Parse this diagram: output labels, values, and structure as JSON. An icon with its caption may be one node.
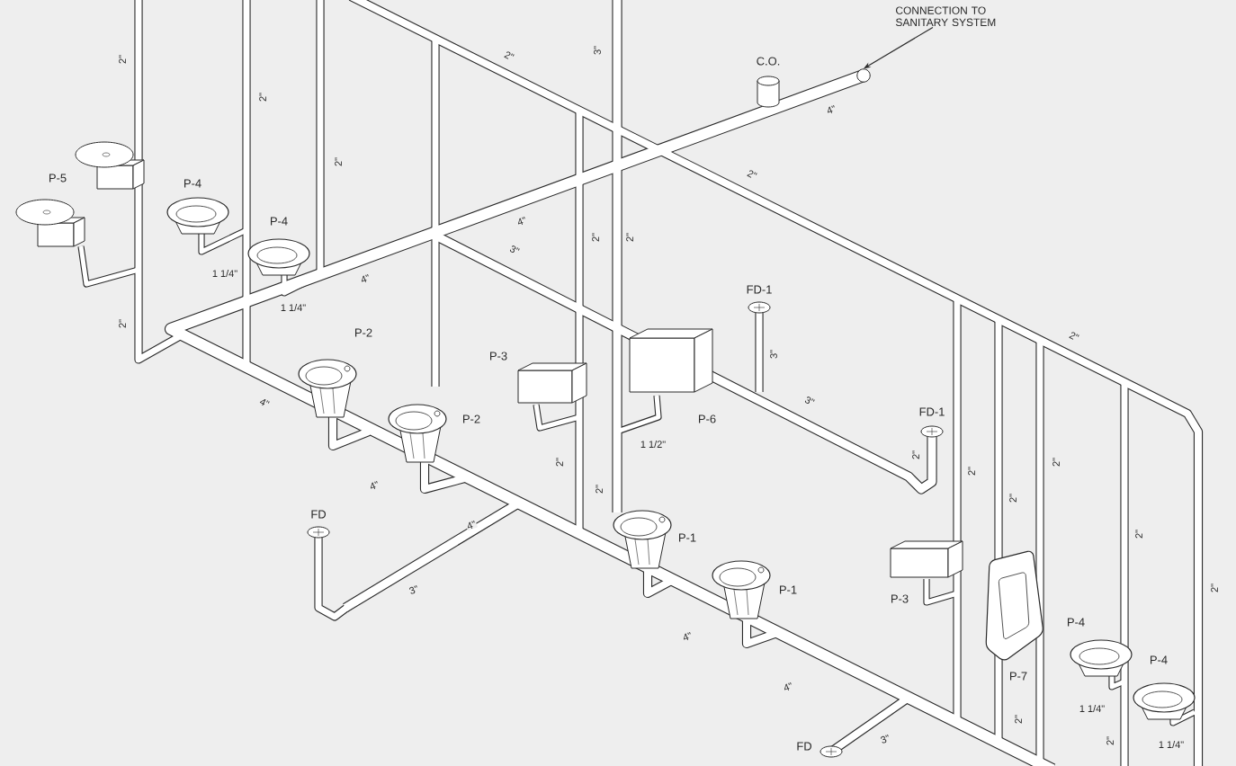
{
  "diagram": {
    "nodes": [
      {
        "text": [
          "CONNECTION TO SANITARY SYSTEM"
        ]
      },
      {
        "text": [],
        "shape": "circle"
      }
    ],
    "edges": [
      {
        "from": 0,
        "to": 1,
        "arrow": "to"
      }
    ],
    "labels": [
      "3\"",
      "2\"",
      "2\"",
      "C.O.",
      "2\"",
      "4\"",
      "2\"",
      "2\"",
      "P-5",
      "P-4",
      "4\"",
      "P-4",
      "2\"",
      "2\"",
      "3\"",
      "1 1/4\"",
      "4\"",
      "FD-1",
      "1 1/4\"",
      "2\"",
      "P-2",
      "2\"",
      "3\"",
      "P-3",
      "4\"",
      "3\"",
      "FD-1",
      "P-2",
      "P-6",
      "1 1/2\"",
      "2\"",
      "2\"",
      "2\"",
      "2\"",
      "4\"",
      "2\"",
      "2\"",
      "FD",
      "4\"",
      "2\"",
      "P-1",
      "3\"",
      "2\"",
      "P-1",
      "P-3",
      "P-4",
      "4\"",
      "P-4",
      "P-7",
      "4\"",
      "1 1/4\"",
      "2\"",
      "3\"",
      "2\"",
      "1 1/4\"",
      "FD"
    ]
  }
}
